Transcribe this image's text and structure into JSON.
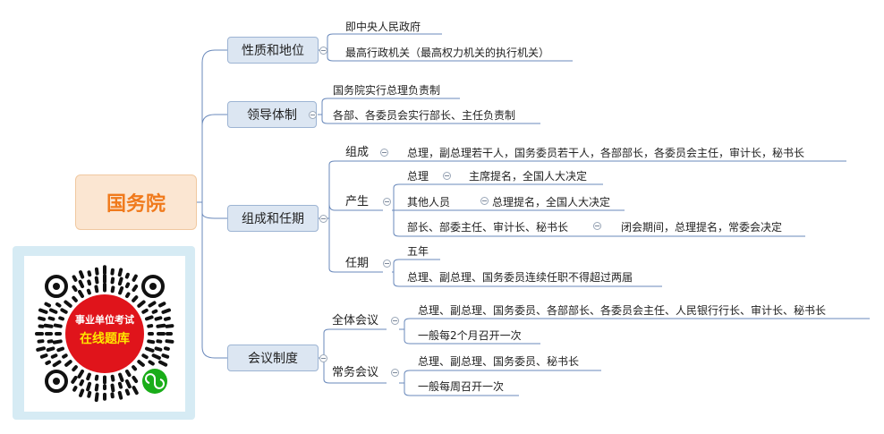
{
  "root": {
    "label": "国务院"
  },
  "branches": [
    {
      "label": "性质和地位"
    },
    {
      "label": "领导体制"
    },
    {
      "label": "组成和任期"
    },
    {
      "label": "会议制度"
    }
  ],
  "nature": [
    "即中央人民政府",
    "最高行政机关（最高权力机关的执行机关）"
  ],
  "leadership": [
    "国务院实行总理负责制",
    "各部、各委员会实行部长、主任负责制"
  ],
  "composition": {
    "zucheng": {
      "label": "组成",
      "text": "总理，副总理若干人，国务委员若干人，各部部长，各委员会主任，审计长，秘书长"
    },
    "chansheng": {
      "label": "产生",
      "items": [
        {
          "who": "总理",
          "how": "主席提名，全国人大决定"
        },
        {
          "who": "其他人员",
          "how": "总理提名，全国人大决定"
        },
        {
          "who": "部长、部委主任、审计长、秘书长",
          "how": "闭会期间，总理提名，常委会决定"
        }
      ]
    },
    "renqi": {
      "label": "任期",
      "items": [
        "五年",
        "总理、副总理、国务委员连续任职不得超过两届"
      ]
    }
  },
  "meeting": {
    "full": {
      "label": "全体会议",
      "items": [
        "总理、副总理、国务委员、各部部长、各委员会主任、人民银行行长、审计长、秘书长",
        "一般每2个月召开一次"
      ]
    },
    "standing": {
      "label": "常务会议",
      "items": [
        "总理、副总理、国务委员、秘书长",
        "一般每周召开一次"
      ]
    }
  },
  "qr": {
    "line1": "事业单位考试",
    "line2": "在线题库"
  },
  "colors": {
    "root_fill": "#fbe6d2",
    "root_text": "#f07a1c",
    "branch_fill": "#dce6f2",
    "line": "#5b7fb5",
    "qr_red": "#e0141b",
    "qr_green": "#1aad19",
    "qr_frame": "#d6ebf4"
  }
}
